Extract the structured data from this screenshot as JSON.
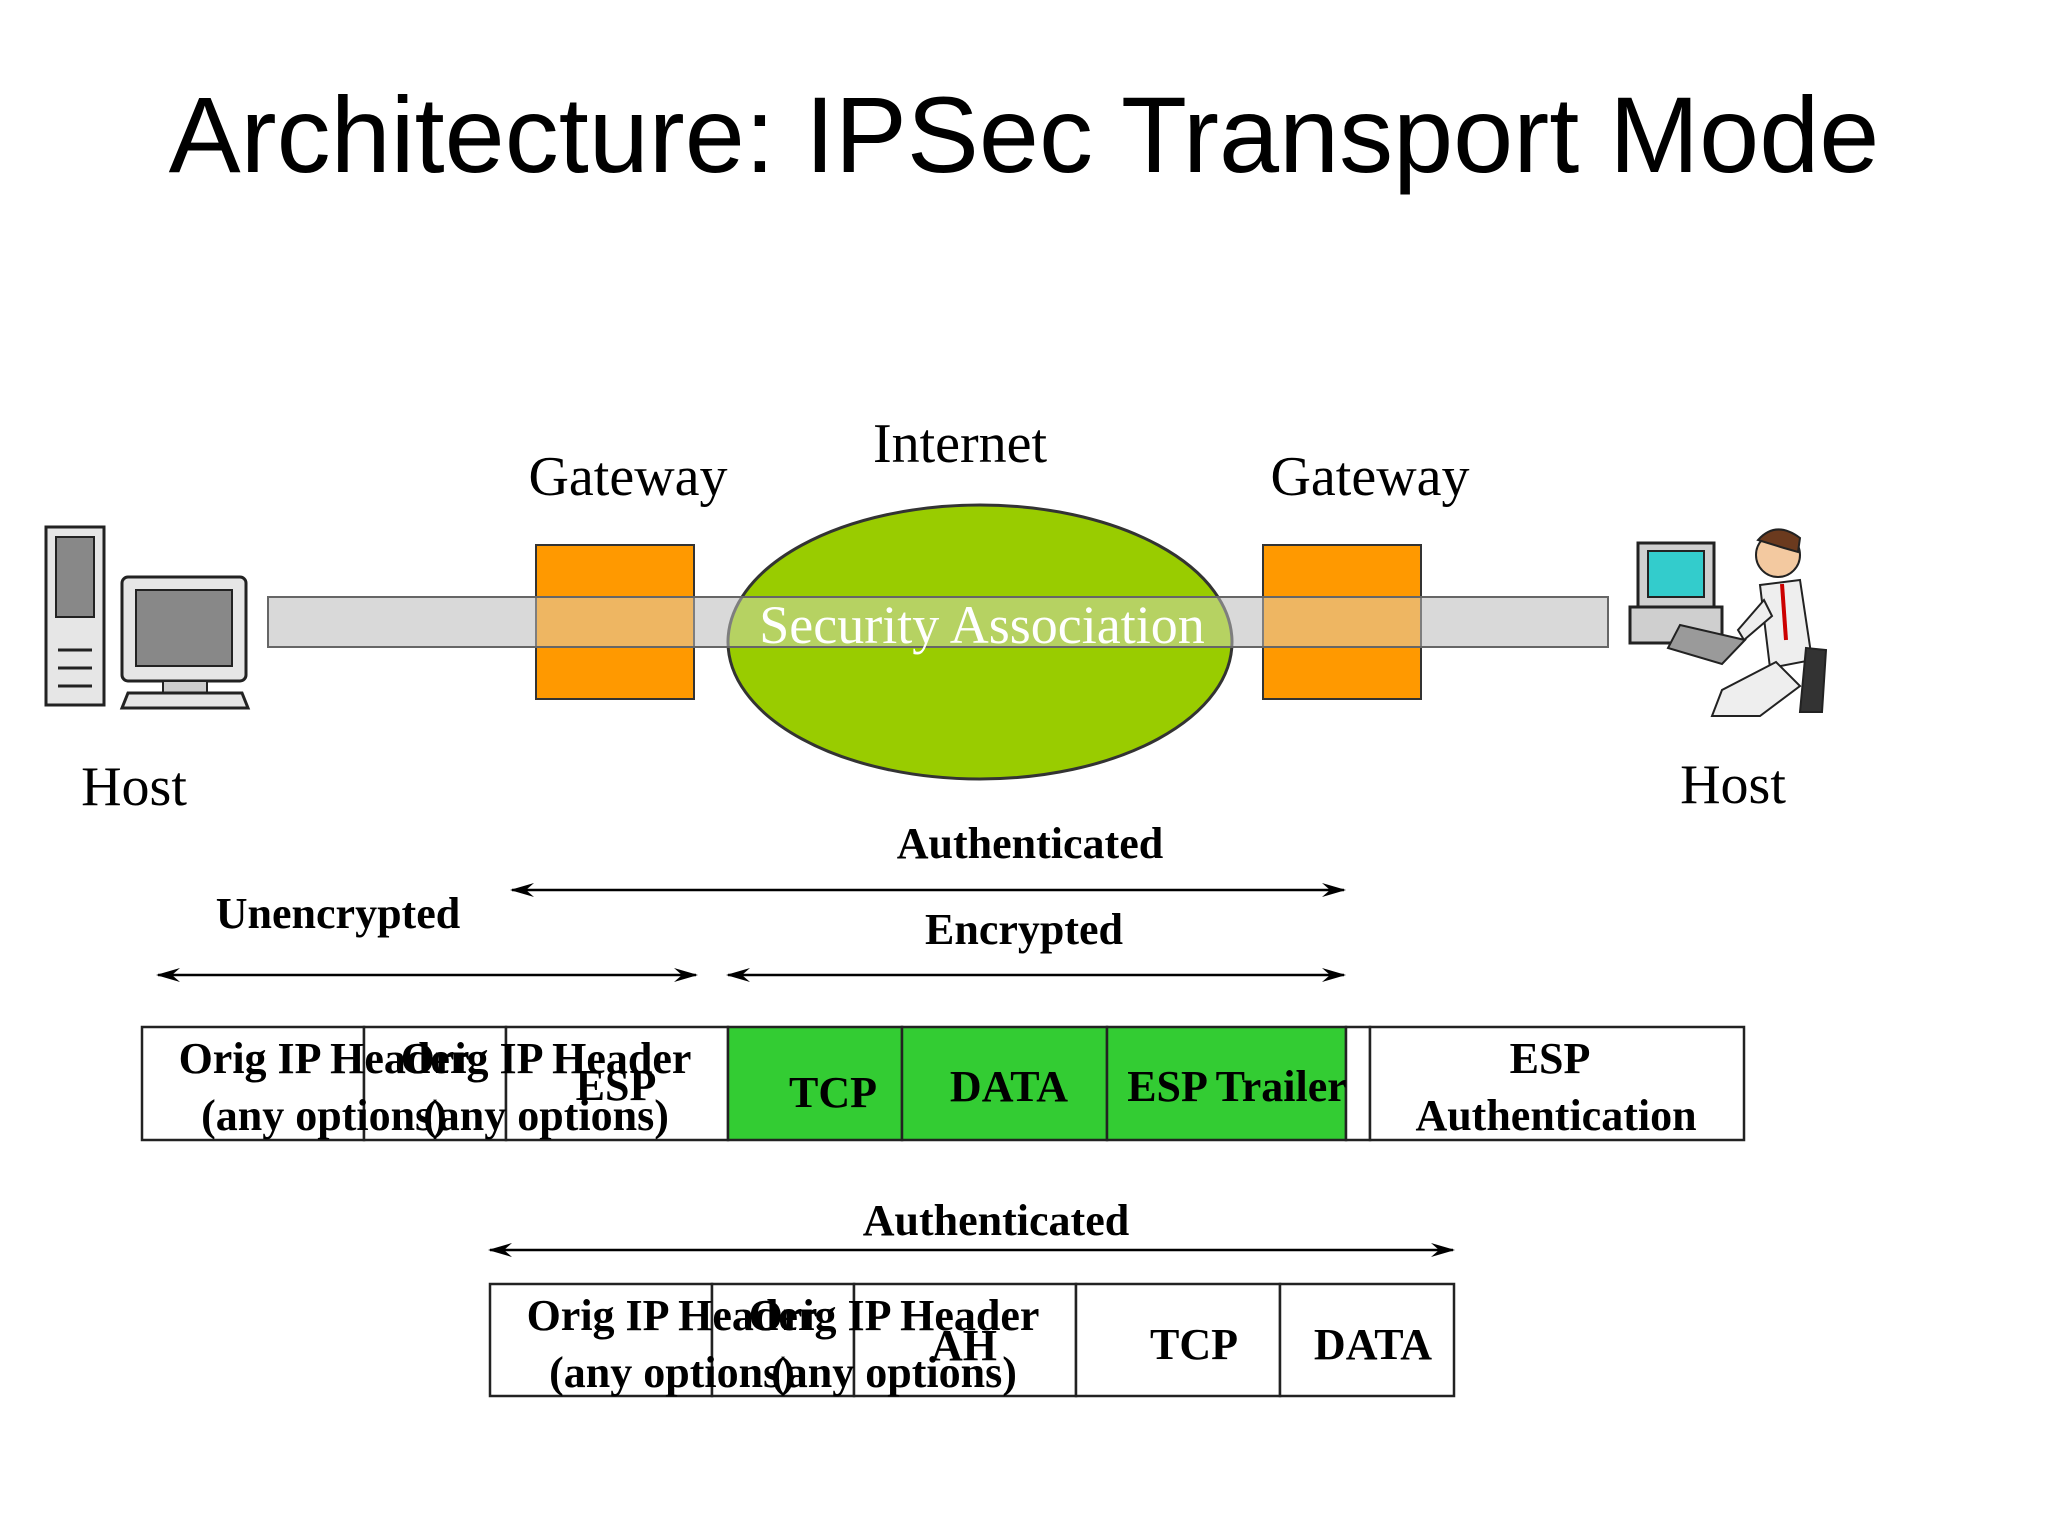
{
  "title": "Architecture: IPSec Transport Mode",
  "nodes": {
    "internet": "Internet",
    "gateway_left": "Gateway",
    "gateway_right": "Gateway",
    "host_left": "Host",
    "host_right": "Host",
    "security_association": "Security Association"
  },
  "esp_packet": {
    "labels": {
      "authenticated": "Authenticated",
      "unencrypted": "Unencrypted",
      "encrypted": "Encrypted"
    },
    "fields": {
      "orig_ip_header_line1": "Orig IP Header",
      "orig_ip_header_line2": "(any options)",
      "esp": "ESP",
      "tcp": "TCP",
      "data": "DATA",
      "esp_trailer": "ESP Trailer",
      "esp_auth_line1": "ESP",
      "esp_auth_line2": "Authentication"
    }
  },
  "ah_packet": {
    "labels": {
      "authenticated": "Authenticated"
    },
    "fields": {
      "orig_ip_header_line1": "Orig IP Header",
      "orig_ip_header_line2": "(any options)",
      "ah": "AH",
      "tcp": "TCP",
      "data": "DATA"
    }
  },
  "colors": {
    "gateway": "#ff9900",
    "internet": "#99cc00",
    "tunnel": "#d9d9d9",
    "encrypted_fields": "#33cc33",
    "monitor_screen_left": "#888888",
    "monitor_screen_right": "#33cccc"
  }
}
